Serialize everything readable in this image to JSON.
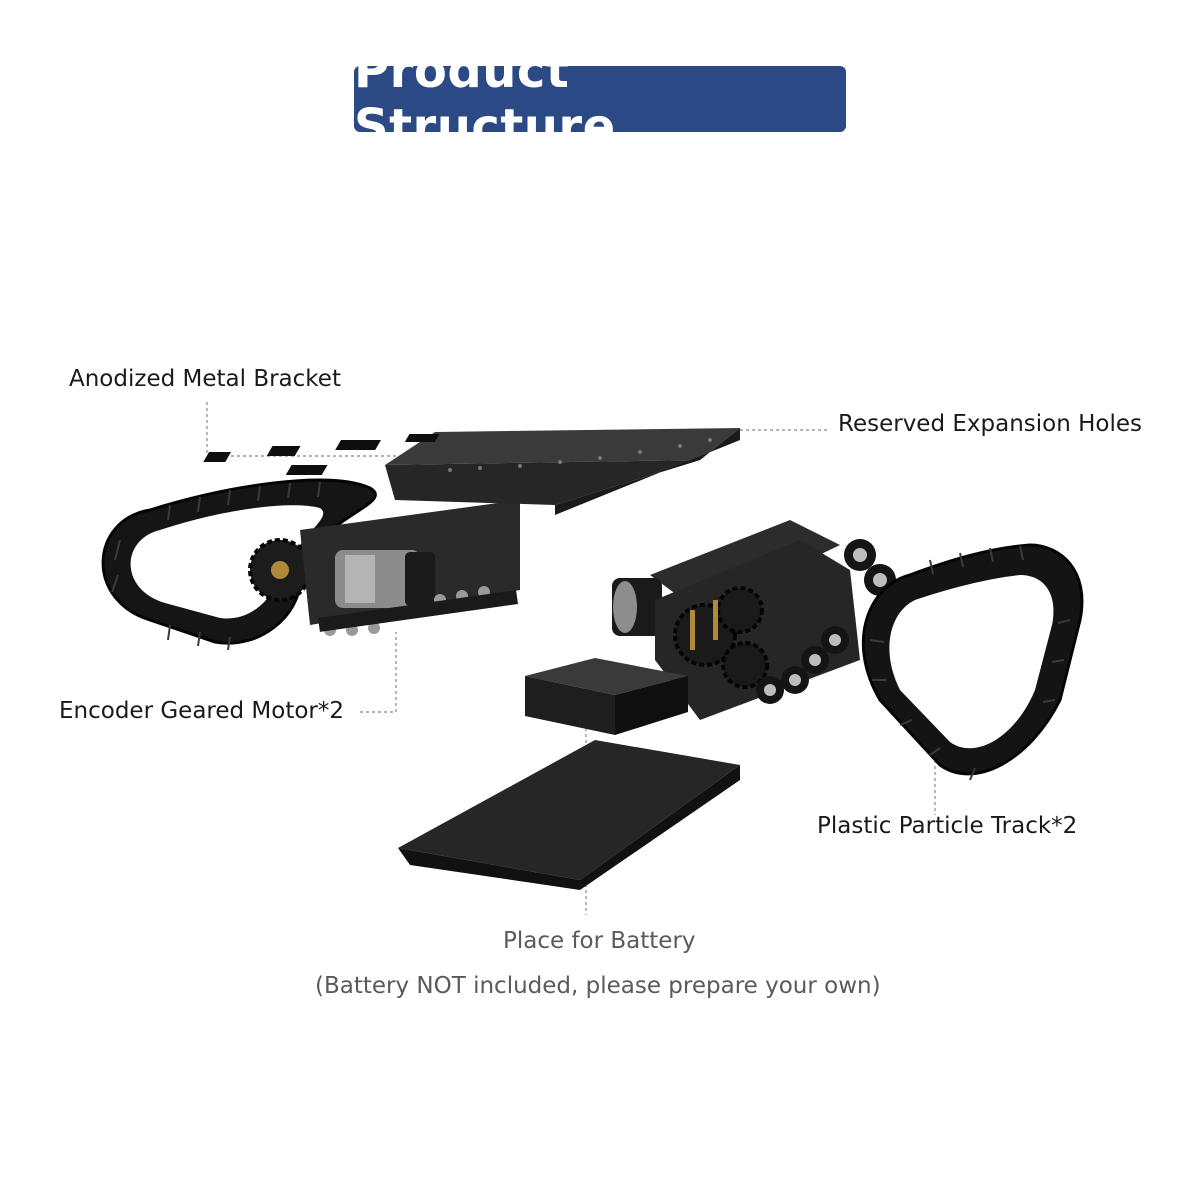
{
  "title": "Product Structure",
  "colors": {
    "banner": "#2b4a85",
    "metal": "#2a2a2a",
    "metal_top": "#3a3a3a",
    "track": "#161616",
    "leader_line": "#888888"
  },
  "labels": {
    "bracket": "Anodized Metal Bracket",
    "expansion": "Reserved Expansion Holes",
    "motor": "Encoder Geared Motor*2",
    "track": "Plastic Particle Track*2",
    "battery": "Place for Battery",
    "battery_note": "(Battery NOT included, please prepare your own)"
  }
}
